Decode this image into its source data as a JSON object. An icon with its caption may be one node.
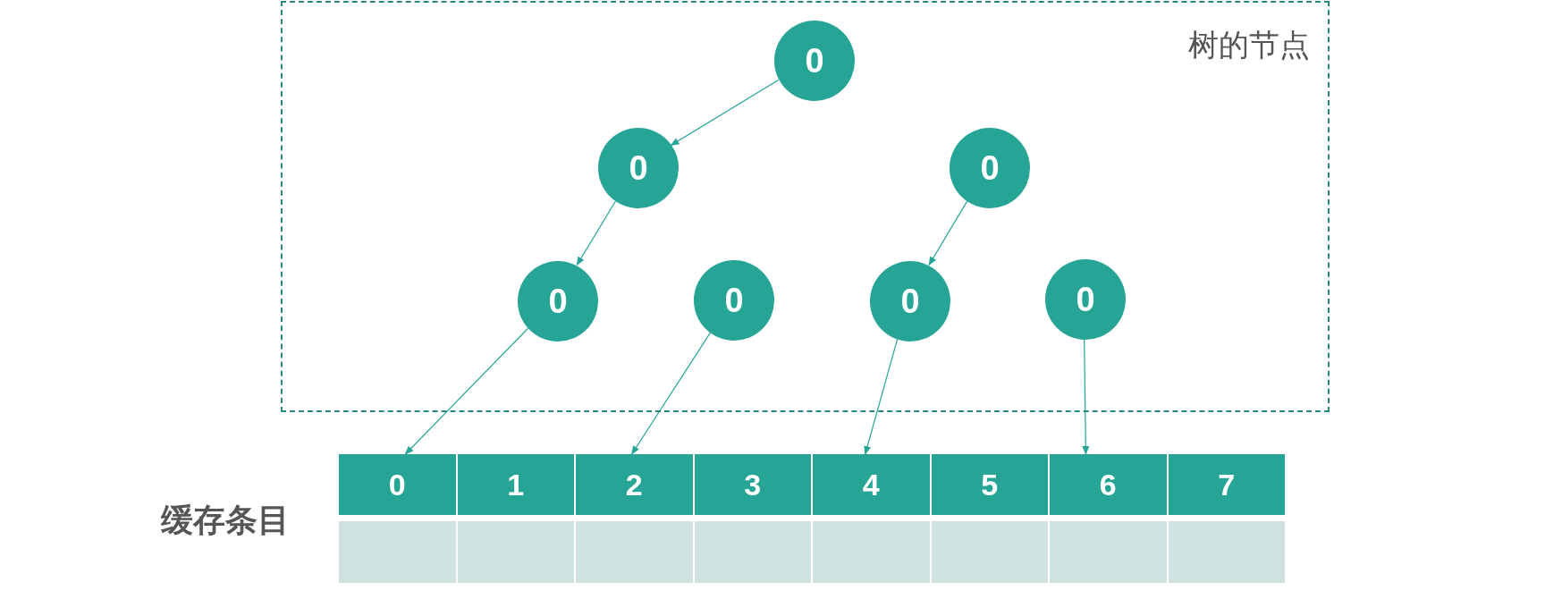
{
  "diagram": {
    "nodes": [
      {
        "text": [
          "树的节点"
        ]
      },
      {
        "text": [
          "0"
        ],
        "in": 0
      },
      {
        "text": [
          "0"
        ],
        "in": 0
      },
      {
        "text": [
          "0"
        ],
        "in": 0
      },
      {
        "text": [
          "0"
        ],
        "in": 0
      },
      {
        "text": [
          "0"
        ],
        "in": 0
      },
      {
        "text": [
          "0"
        ],
        "in": 0
      },
      {
        "text": [
          "0"
        ],
        "in": 0
      },
      {
        "text": [
          "0"
        ]
      },
      {
        "text": [
          "1"
        ]
      },
      {
        "text": [
          "2"
        ]
      },
      {
        "text": [
          "3"
        ]
      },
      {
        "text": [
          "4"
        ]
      },
      {
        "text": [
          "5"
        ]
      },
      {
        "text": [
          "6"
        ]
      },
      {
        "text": [
          "7"
        ]
      },
      {
        "text": [],
        "shape": "box"
      },
      {
        "text": [],
        "shape": "box"
      },
      {
        "text": [],
        "shape": "box"
      },
      {
        "text": [],
        "shape": "box"
      },
      {
        "text": [],
        "shape": "box"
      },
      {
        "text": [],
        "shape": "box"
      },
      {
        "text": [],
        "shape": "box"
      },
      {
        "text": [],
        "shape": "box"
      }
    ],
    "edges": [
      {
        "from": 1,
        "to": 2,
        "arrow": "to"
      },
      {
        "from": 2,
        "to": 4,
        "arrow": "to"
      },
      {
        "from": 3,
        "to": 6,
        "arrow": "to"
      },
      {
        "from": 4,
        "to": 8,
        "arrow": "to"
      },
      {
        "from": 5,
        "to": 10,
        "arrow": "to"
      },
      {
        "from": 6,
        "to": 12,
        "arrow": "to"
      },
      {
        "from": 7,
        "to": 14,
        "arrow": "to"
      }
    ],
    "labels": [
      "缓存条目"
    ]
  }
}
